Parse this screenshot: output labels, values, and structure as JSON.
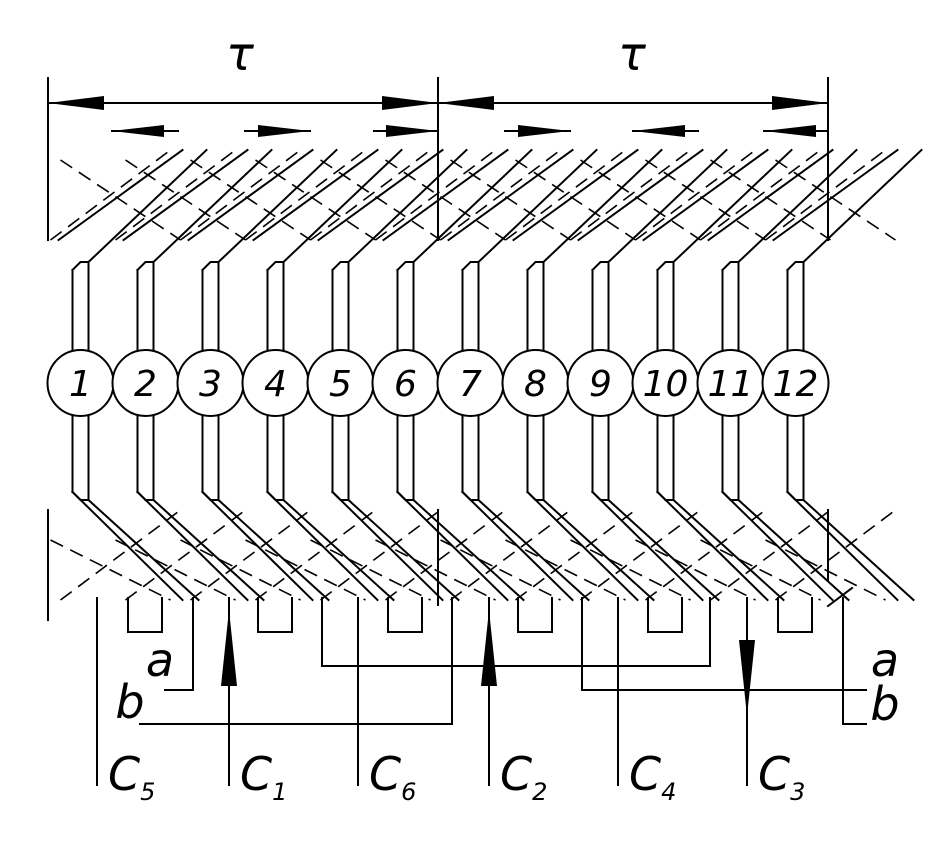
{
  "diagram": {
    "pole_pitch_symbol": "τ",
    "slots": [
      "1",
      "2",
      "3",
      "4",
      "5",
      "6",
      "7",
      "8",
      "9",
      "10",
      "11",
      "12"
    ],
    "phase_labels": {
      "a": "a",
      "b": "b"
    },
    "leads": [
      {
        "main": "C",
        "sub": "5"
      },
      {
        "main": "C",
        "sub": "1"
      },
      {
        "main": "C",
        "sub": "6"
      },
      {
        "main": "C",
        "sub": "2"
      },
      {
        "main": "C",
        "sub": "4"
      },
      {
        "main": "C",
        "sub": "3"
      }
    ]
  }
}
